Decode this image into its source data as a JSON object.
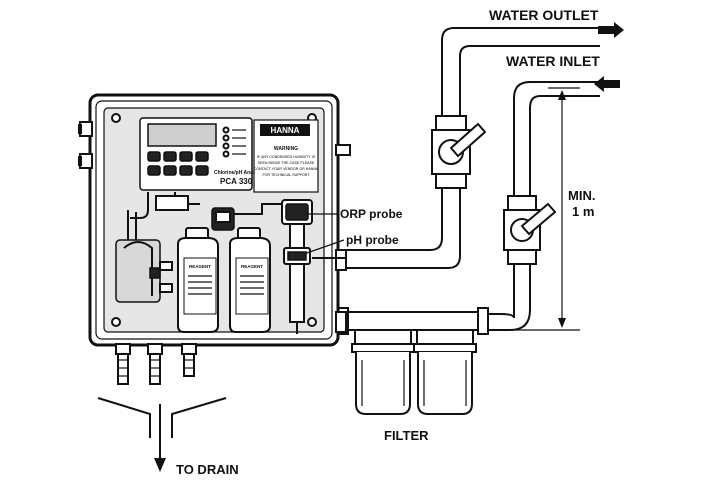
{
  "labels": {
    "water_outlet": "WATER OUTLET",
    "water_inlet": "WATER INLET",
    "min_1": "MIN.",
    "min_2": "1 m",
    "orp_probe": "ORP probe",
    "ph_probe": "pH probe",
    "filter": "FILTER",
    "to_drain": "TO DRAIN"
  },
  "panel_text": {
    "brand": "HANNA",
    "model": "PCA 330",
    "series": "Chlorine/pH Analyzer",
    "warning_title": "WARNING",
    "warning_lines": [
      "IF ANY CONDENSED HUMIDITY IS",
      "SEEN INSIDE THE CASE PLEASE",
      "CONTACT YOUR VENDOR OR HANNA",
      "FOR TECHNICAL SUPPORT"
    ],
    "bottle_label": "REAGENT"
  },
  "colors": {
    "ink": "#111111",
    "background": "#ffffff",
    "lcd": "#cfcfcf"
  },
  "icons": [
    "arrow-right-icon",
    "arrow-left-icon",
    "arrow-down-icon",
    "valve-handle-icon"
  ]
}
